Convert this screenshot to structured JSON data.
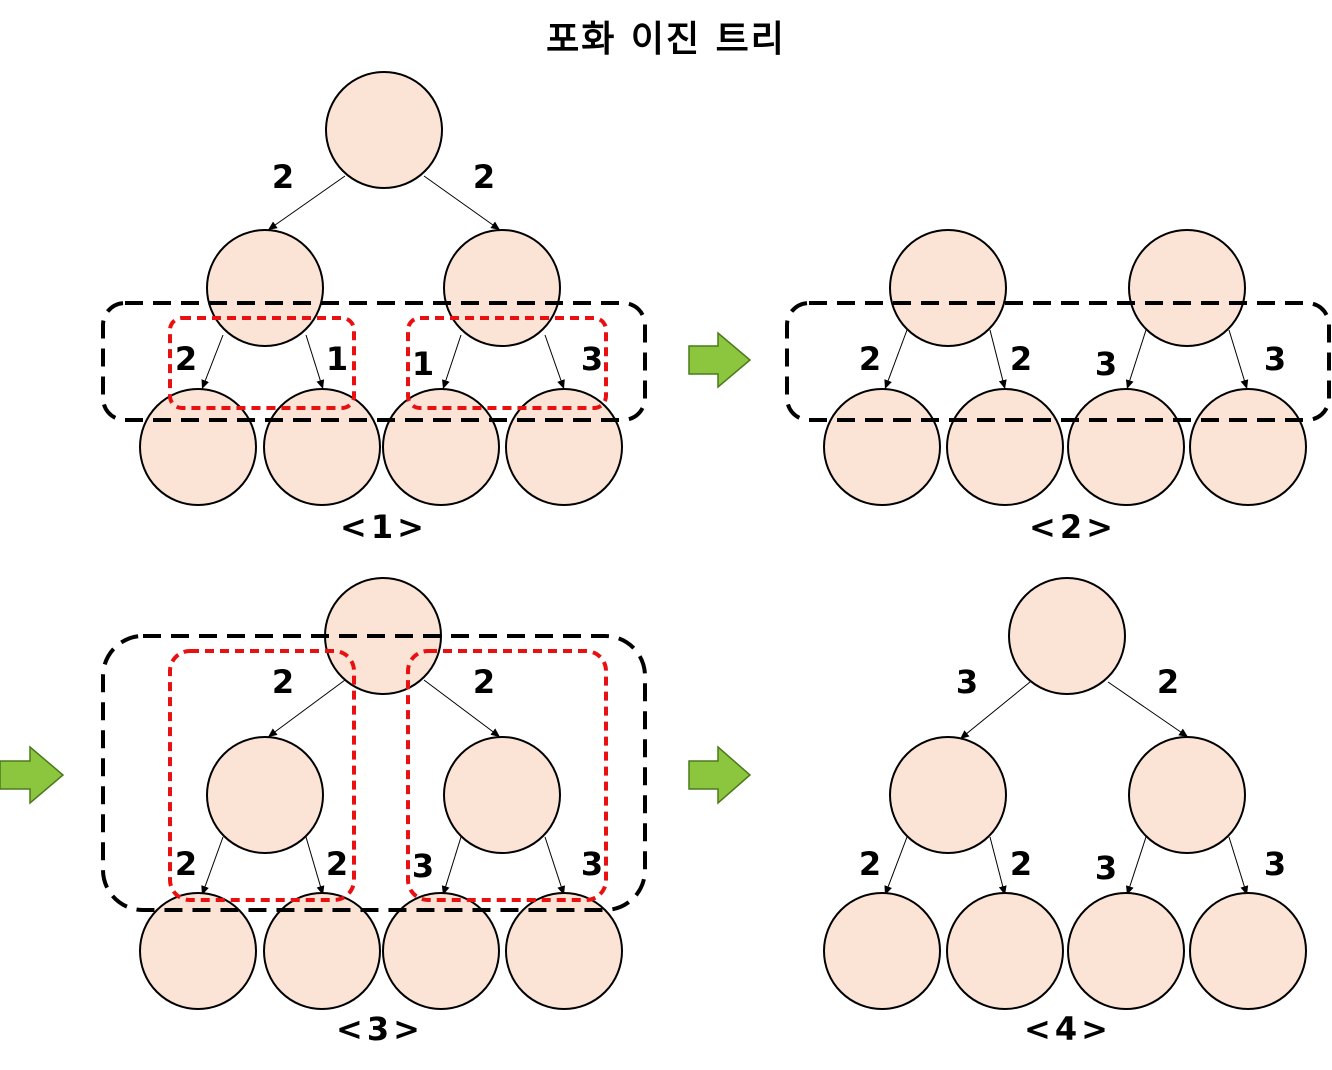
{
  "title": "포화 이진 트리",
  "colors": {
    "node_fill": "#fbe4d6",
    "node_stroke": "#000000",
    "group_outline": "#000000",
    "subtree_outline": "#e81010",
    "step_arrow": "#8cc63f"
  },
  "panels": [
    {
      "caption": "<1>",
      "edge_labels": {
        "root_left": "2",
        "root_right": "2",
        "ll": "2",
        "lr": "1",
        "rl": "1",
        "rr": "3"
      }
    },
    {
      "caption": "<2>",
      "edge_labels": {
        "ll": "2",
        "lr": "2",
        "rl": "3",
        "rr": "3"
      }
    },
    {
      "caption": "<3>",
      "edge_labels": {
        "root_left": "2",
        "root_right": "2",
        "ll": "2",
        "lr": "2",
        "rl": "3",
        "rr": "3"
      }
    },
    {
      "caption": "<4>",
      "edge_labels": {
        "root_left": "3",
        "root_right": "2",
        "ll": "2",
        "lr": "2",
        "rl": "3",
        "rr": "3"
      }
    }
  ]
}
